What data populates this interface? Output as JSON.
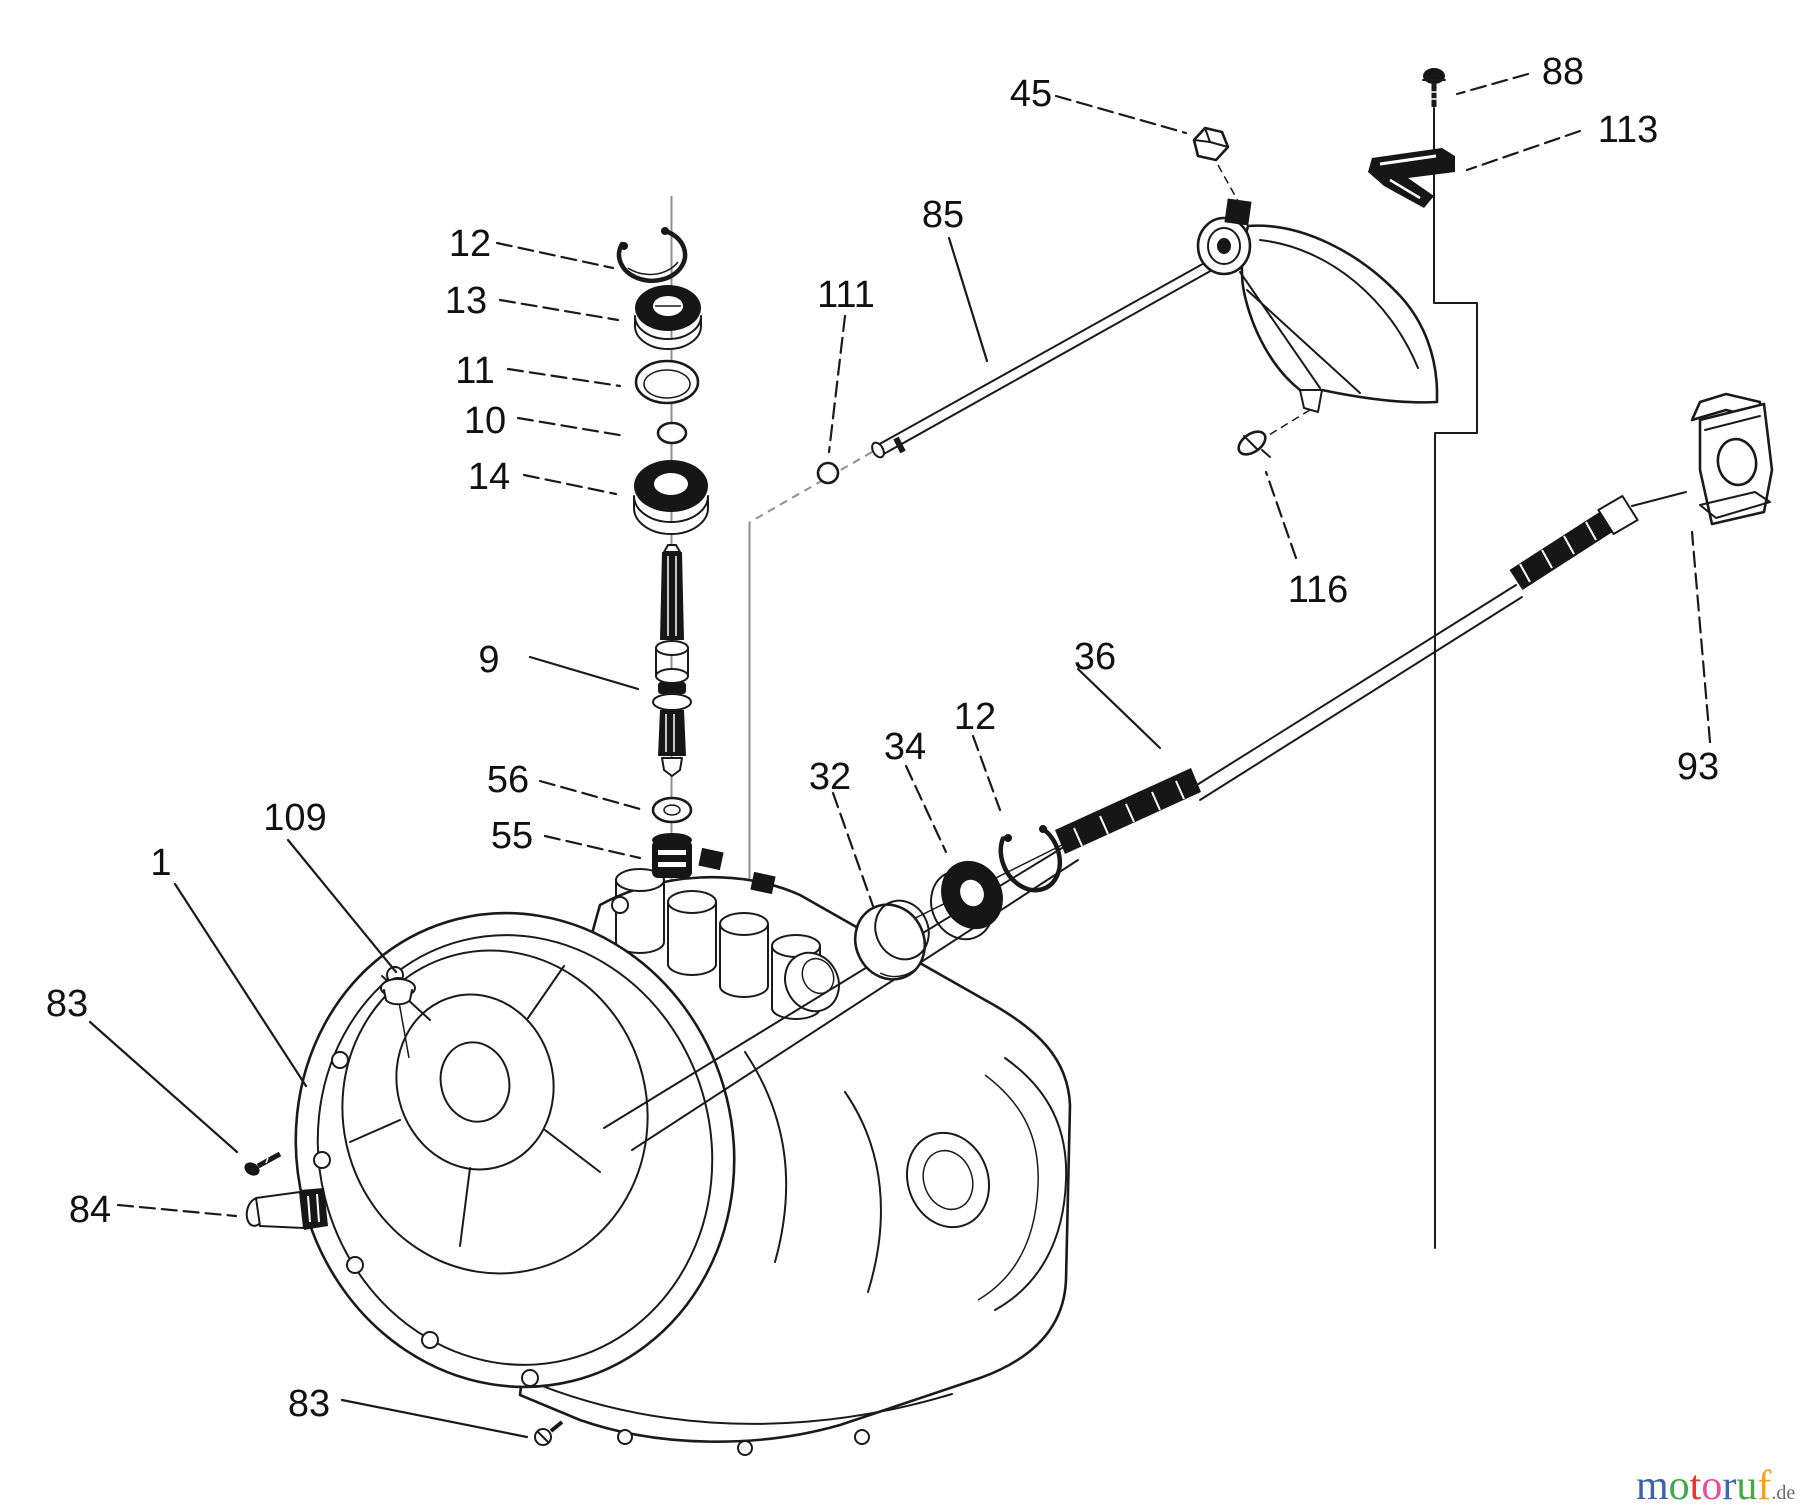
{
  "diagram": {
    "kind": "exploded-parts-diagram",
    "subject": "transaxle assembly"
  },
  "parts": {
    "p12a": {
      "label": "12"
    },
    "p13": {
      "label": "13"
    },
    "p11": {
      "label": "11"
    },
    "p10": {
      "label": "10"
    },
    "p14": {
      "label": "14"
    },
    "p9": {
      "label": "9"
    },
    "p56": {
      "label": "56"
    },
    "p55": {
      "label": "55"
    },
    "p109": {
      "label": "109"
    },
    "p1": {
      "label": "1"
    },
    "p83a": {
      "label": "83"
    },
    "p84": {
      "label": "84"
    },
    "p83b": {
      "label": "83"
    },
    "p45": {
      "label": "45"
    },
    "p85": {
      "label": "85"
    },
    "p111": {
      "label": "111"
    },
    "p88": {
      "label": "88"
    },
    "p113": {
      "label": "113"
    },
    "p116": {
      "label": "116"
    },
    "p36": {
      "label": "36"
    },
    "p12b": {
      "label": "12"
    },
    "p34": {
      "label": "34"
    },
    "p32": {
      "label": "32"
    },
    "p93": {
      "label": "93"
    }
  },
  "watermark": {
    "letters": [
      {
        "char": "m",
        "color": "#3b62ab"
      },
      {
        "char": "o",
        "color": "#3fa74a"
      },
      {
        "char": "t",
        "color": "#e23a2a"
      },
      {
        "char": "o",
        "color": "#ea4f9b"
      },
      {
        "char": "r",
        "color": "#4467b0"
      },
      {
        "char": "u",
        "color": "#4aa648"
      },
      {
        "char": "f",
        "color": "#f5a11c"
      }
    ],
    "suffix": ".de",
    "suffix_color": "#6b6b6b"
  }
}
